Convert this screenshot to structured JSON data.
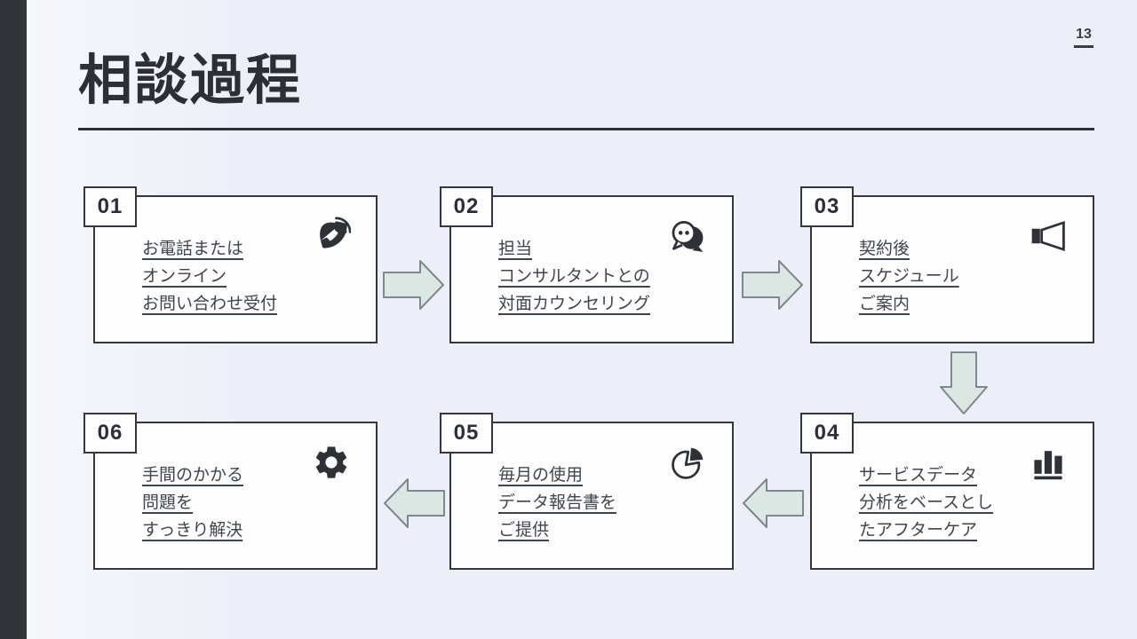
{
  "page": {
    "number": "13"
  },
  "header": {
    "title": "相談過程"
  },
  "colors": {
    "background": "#edeff8",
    "left_bar": "#323439",
    "box_border": "#34373d",
    "box_fill": "#fdfdfe",
    "text": "#3f454c",
    "icon": "#2e3237",
    "arrow_fill": "#dce6e2",
    "arrow_border": "#7f888e"
  },
  "boxes": [
    {
      "number": "01",
      "icon": "phone-volume-icon",
      "lines": [
        "お電話または",
        "オンライン",
        "お問い合わせ受付"
      ]
    },
    {
      "number": "02",
      "icon": "chat-bubble-icon",
      "lines": [
        "担当",
        "コンサルタントとの",
        "対面カウンセリング"
      ]
    },
    {
      "number": "03",
      "icon": "megaphone-icon",
      "lines": [
        "契約後",
        "スケジュール",
        "ご案内"
      ]
    },
    {
      "number": "04",
      "icon": "bar-chart-icon",
      "lines": [
        "サービスデータ",
        "分析をベースとし",
        "たアフターケア"
      ]
    },
    {
      "number": "05",
      "icon": "pie-chart-icon",
      "lines": [
        "毎月の使用",
        "データ報告書を",
        "ご提供"
      ]
    },
    {
      "number": "06",
      "icon": "gear-icon",
      "lines": [
        "手間のかかる",
        "問題を",
        "すっきり解決"
      ]
    }
  ]
}
